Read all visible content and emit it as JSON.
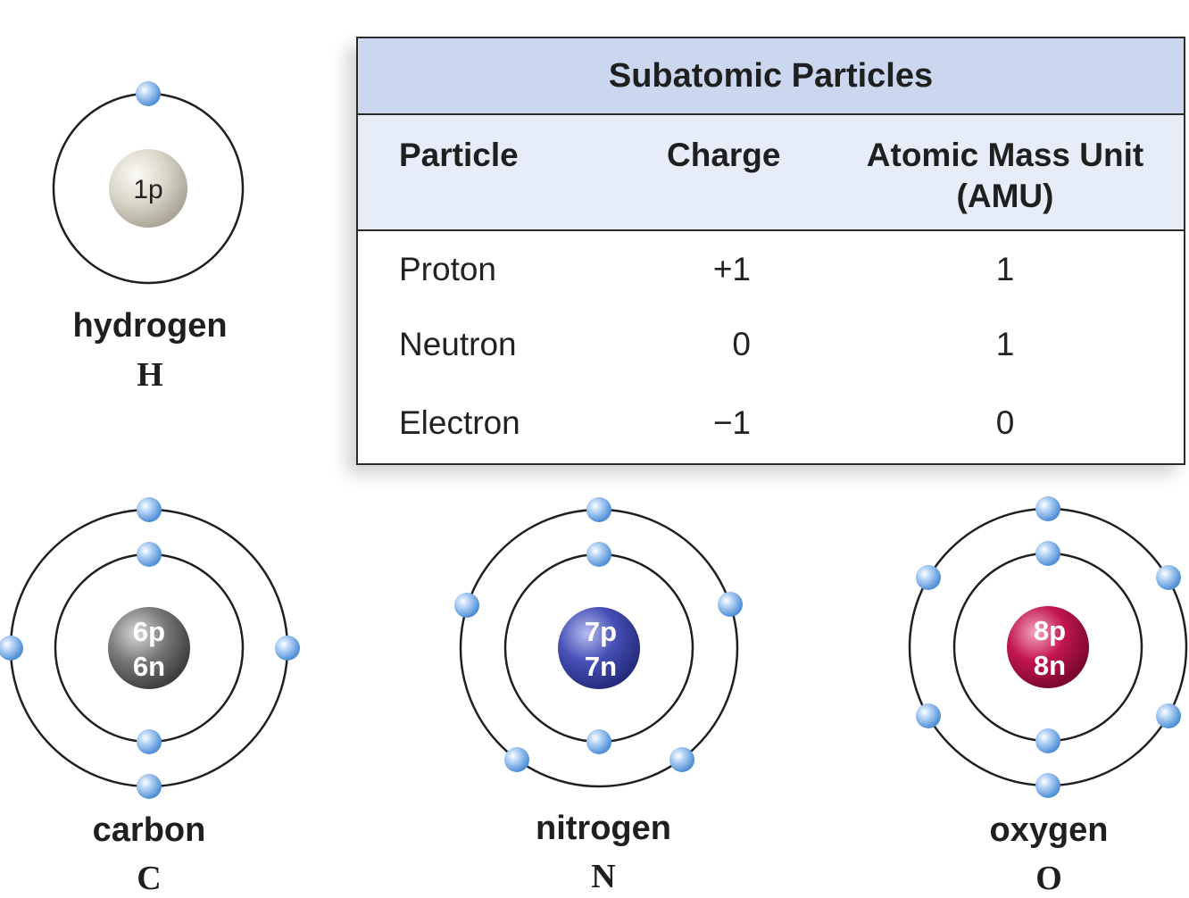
{
  "table": {
    "title": "Subatomic Particles",
    "headers": {
      "particle": "Particle",
      "charge": "Charge",
      "amu_line1": "Atomic Mass Unit",
      "amu_line2": "(AMU)"
    },
    "rows": [
      {
        "particle": "Proton",
        "charge": "+1",
        "amu": "1"
      },
      {
        "particle": "Neutron",
        "charge": "0",
        "amu": "1"
      },
      {
        "particle": "Electron",
        "charge": "−1",
        "amu": "0"
      }
    ]
  },
  "atoms": [
    {
      "name": "hydrogen",
      "symbol": "H",
      "nucleus_line1": "1p",
      "nucleus_line2": "",
      "nucleus_color": "#d7d3c6",
      "inner_electrons": 1,
      "outer_electrons": 0
    },
    {
      "name": "carbon",
      "symbol": "C",
      "nucleus_line1": "6p",
      "nucleus_line2": "6n",
      "nucleus_color": "#6b6b6b",
      "inner_electrons": 2,
      "outer_electrons": 4
    },
    {
      "name": "nitrogen",
      "symbol": "N",
      "nucleus_line1": "7p",
      "nucleus_line2": "7n",
      "nucleus_color": "#3f48b0",
      "inner_electrons": 2,
      "outer_electrons": 5
    },
    {
      "name": "oxygen",
      "symbol": "O",
      "nucleus_line1": "8p",
      "nucleus_line2": "8n",
      "nucleus_color": "#c0124a",
      "inner_electrons": 2,
      "outer_electrons": 6
    }
  ],
  "colors": {
    "electron": "#7fb2ea",
    "table_title_bg": "#cad7ef",
    "table_header_bg": "#e6ecf8"
  }
}
